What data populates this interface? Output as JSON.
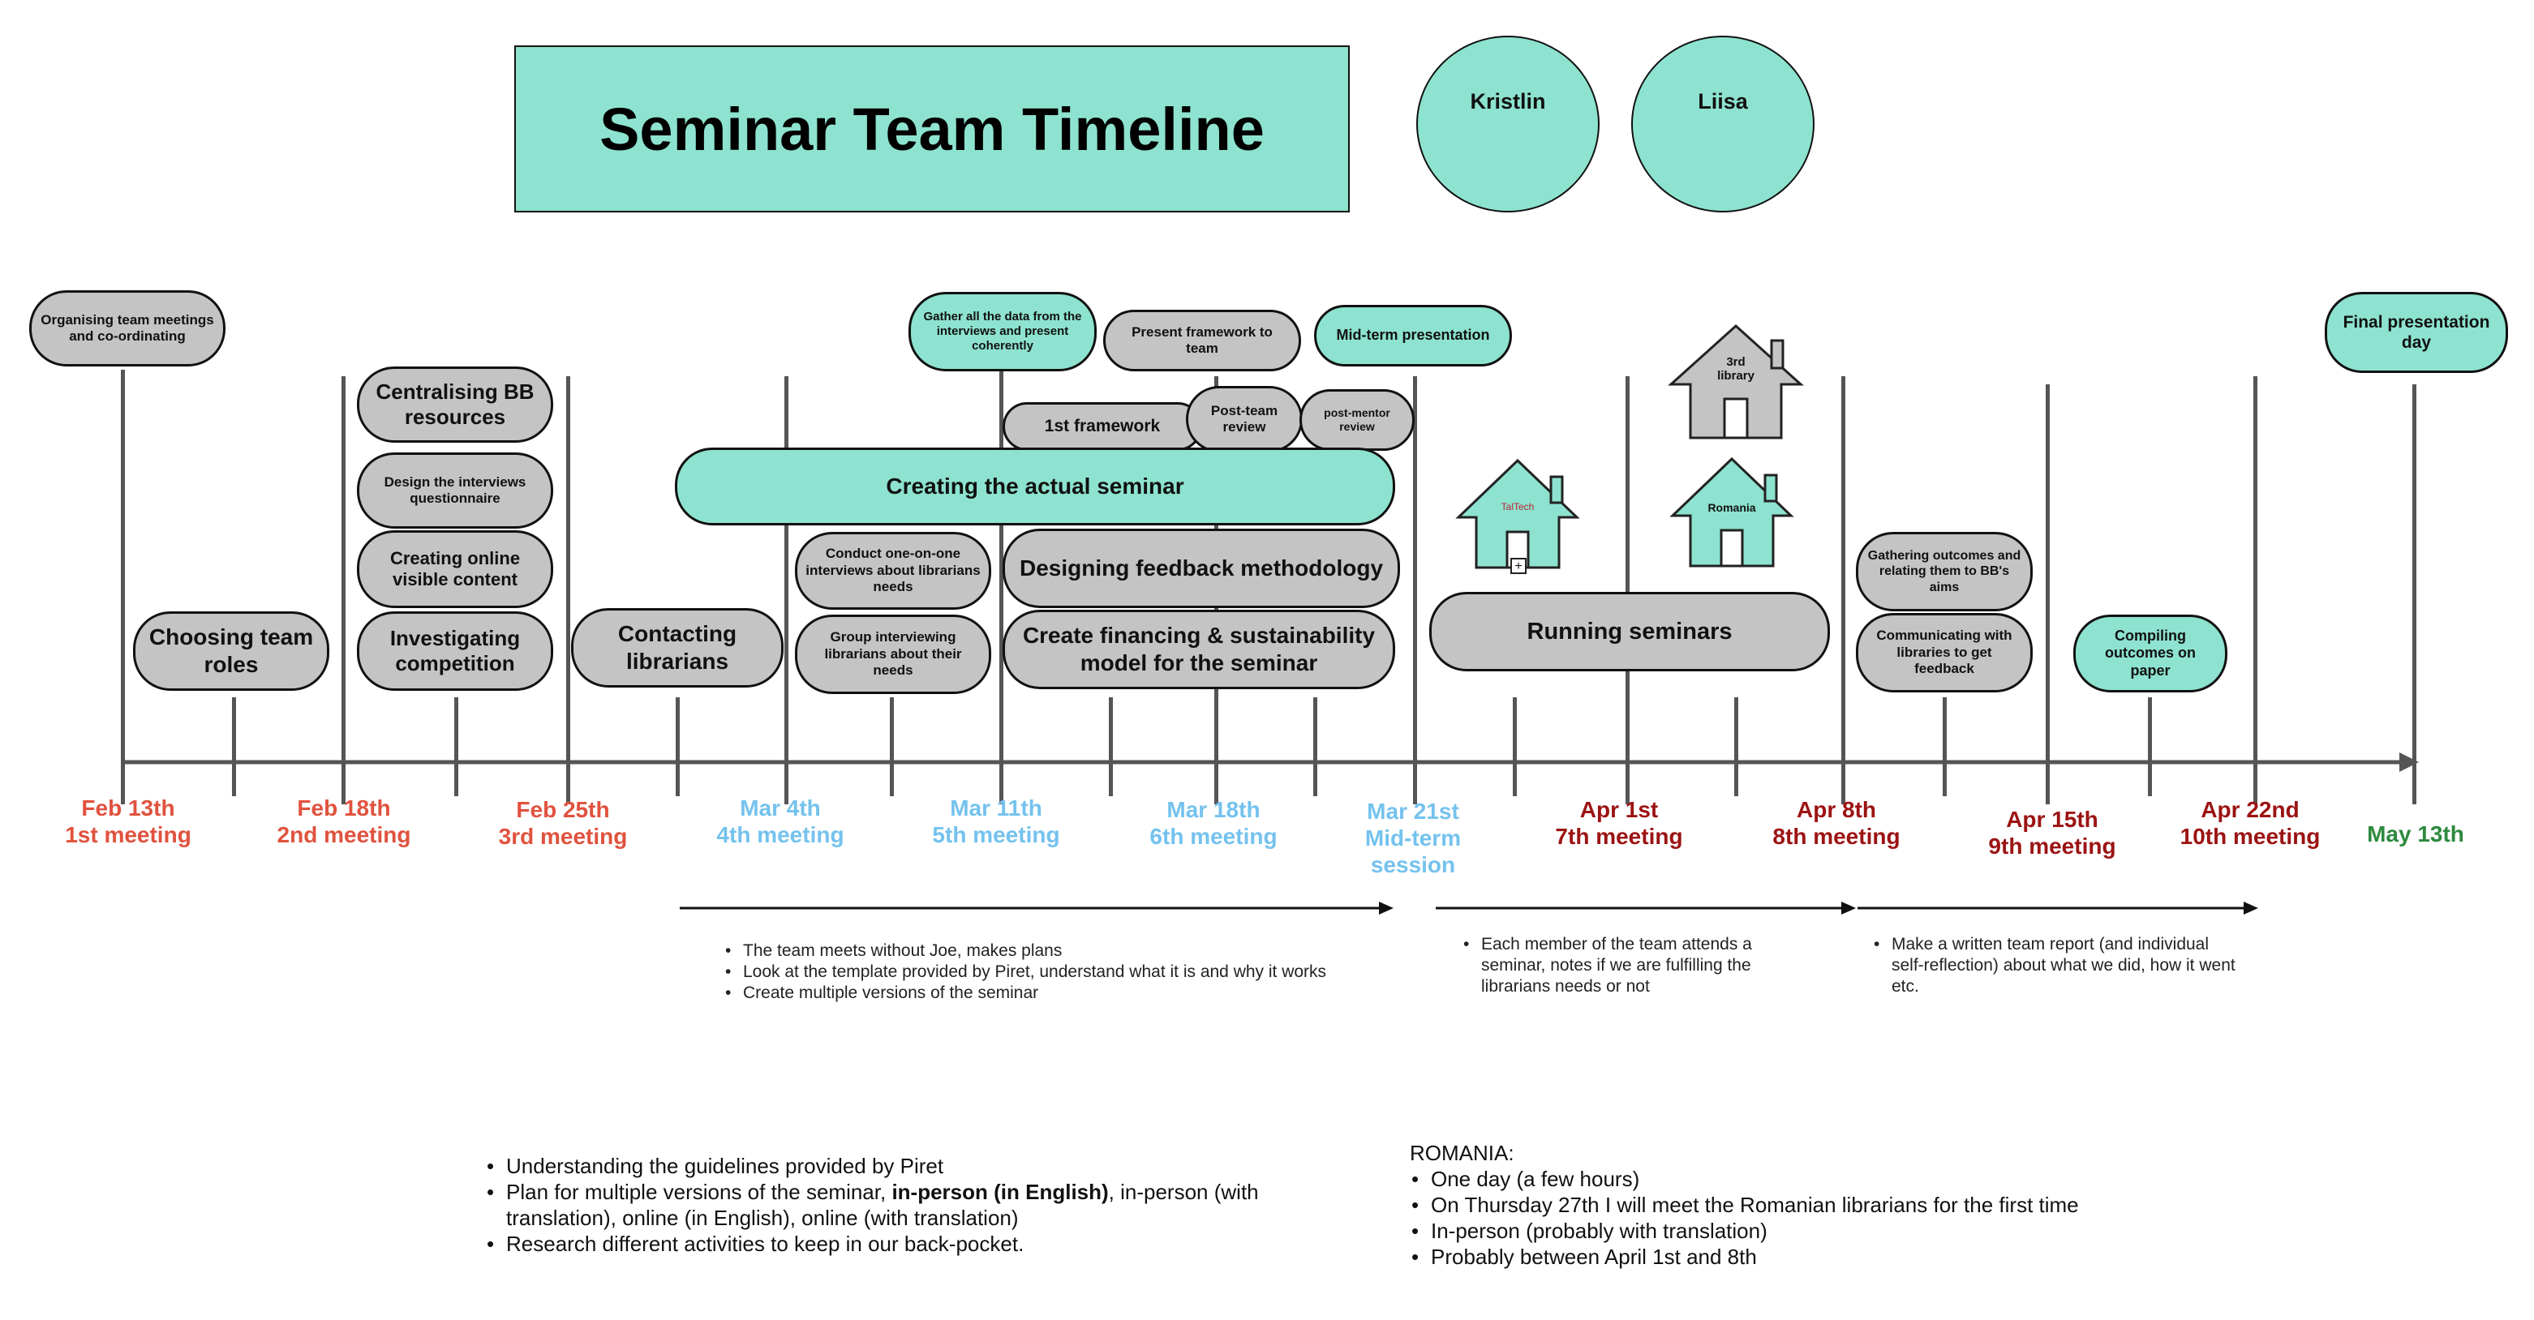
{
  "title": "Seminar Team Timeline",
  "people": [
    "Kristlin",
    "Liisa"
  ],
  "milestones": [
    {
      "date": "Feb 13th",
      "meeting": "1st meeting"
    },
    {
      "date": "Feb 18th",
      "meeting": "2nd meeting"
    },
    {
      "date": "Feb 25th",
      "meeting": "3rd meeting"
    },
    {
      "date": "Mar 4th",
      "meeting": "4th meeting"
    },
    {
      "date": "Mar 11th",
      "meeting": "5th meeting"
    },
    {
      "date": "Mar 18th",
      "meeting": "6th meeting"
    },
    {
      "date": "Mar 21st",
      "meeting": "Mid-term",
      "extra": "session"
    },
    {
      "date": "Apr 1st",
      "meeting": "7th meeting"
    },
    {
      "date": "Apr 8th",
      "meeting": "8th meeting"
    },
    {
      "date": "Apr 15th",
      "meeting": "9th meeting"
    },
    {
      "date": "Apr 22nd",
      "meeting": "10th meeting"
    },
    {
      "date": "May 13th"
    }
  ],
  "tasks": {
    "organising": "Organising team meetings and co-ordinating",
    "choosing_roles": "Choosing team roles",
    "centralising": "Centralising BB resources",
    "design_interviews": "Design the interviews questionnaire",
    "online_content": "Creating online visible content",
    "investigating": "Investigating competition",
    "contacting": "Contacting librarians",
    "gather_data": "Gather all the data from the interviews and present coherently",
    "present_framework": "Present framework to team",
    "midterm_presentation": "Mid-term presentation",
    "first_framework": "1st framework",
    "post_team_review": "Post-team review",
    "post_mentor_review": "post-mentor review",
    "creating_seminar": "Creating the actual seminar",
    "conduct_interviews": "Conduct one-on-one interviews about librarians needs",
    "group_interviewing": "Group interviewing librarians about their needs",
    "designing_feedback": "Designing feedback methodology",
    "create_financing": "Create financing & sustainability model for the seminar",
    "running_seminars": "Running seminars",
    "gathering_outcomes": "Gathering outcomes and relating them to BB's aims",
    "communicating": "Communicating with libraries to get feedback",
    "compiling": "Compiling outcomes on paper",
    "final_presentation": "Final presentation day"
  },
  "houses": {
    "taltech": "TalTech",
    "romania": "Romania",
    "third_library": "3rd library"
  },
  "notes_phase1": [
    "The team meets without Joe, makes plans",
    "Look at the template provided by Piret, understand what it is and why it works",
    "Create multiple versions of the seminar"
  ],
  "notes_phase2": "Each member of the team attends a seminar, notes if we are fulfilling the librarians needs or not",
  "notes_phase3": "Make a written team report (and individual self-reflection) about what we did, how it went etc.",
  "guidelines": {
    "first": "Understanding the guidelines provided by Piret",
    "plan_prefix": "Plan for multiple versions of the seminar, ",
    "plan_bold": "in-person (in English)",
    "plan_suffix": ", in-person (with translation), online (in English), online (with translation)",
    "research": "Research different activities to keep in our back-pocket."
  },
  "romania": {
    "heading": "ROMANIA:",
    "items": [
      "One day (a few hours)",
      "On Thursday 27th I will meet the Romanian librarians for the first time",
      "In-person (probably with translation)",
      "Probably between April 1st and 8th"
    ]
  },
  "colors": {
    "teal": "#8de3cf",
    "gray": "#c4c4c4",
    "feb_red": "#e0523e",
    "mar_blue": "#74c2ee",
    "apr_dark_red": "#9c1313",
    "may_green": "#2d8a3e"
  }
}
